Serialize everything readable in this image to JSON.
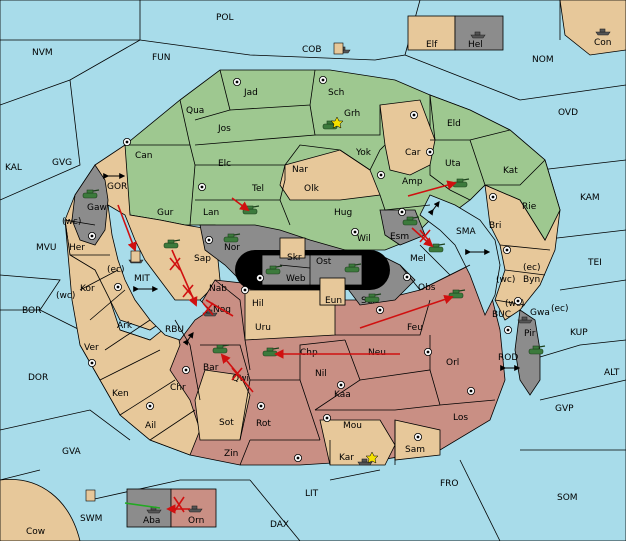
{
  "colors": {
    "sea": "#a8dcea",
    "green": "#9ec890",
    "tan": "#e7c89a",
    "red": "#c98f84",
    "grey": "#8c8c8c",
    "orders": "#d01010",
    "support": "#22aa22"
  },
  "sea_labels": {
    "POL": "POL",
    "NVM": "NVM",
    "FUN": "FUN",
    "COB": "COB",
    "NOM": "NOM",
    "OVD": "OVD",
    "KAL": "KAL",
    "GVG": "GVG",
    "KAM": "KAM",
    "MVU": "MVU",
    "SMA": "SMA",
    "TEI": "TEI",
    "BOR": "BOR",
    "MIT": "MIT",
    "KUP": "KUP",
    "BUC": "BUC",
    "DOR": "DOR",
    "RBU": "RBU",
    "ROD": "ROD",
    "ALT": "ALT",
    "GVP": "GVP",
    "GVA": "GVA",
    "FRO": "FRO",
    "SOM": "SOM",
    "LIT": "LIT",
    "DAX": "DAX",
    "SWM": "SWM",
    "GOR": "GOR"
  },
  "land_labels": {
    "Elf": "Elf",
    "Hel": "Hel",
    "Con": "Con",
    "Cow": "Cow",
    "Jad": "Jad",
    "Sch": "Sch",
    "Qua": "Qua",
    "Grh": "Grh",
    "Jos": "Jos",
    "Eld": "Eld",
    "Can": "Can",
    "Yok": "Yok",
    "Car": "Car",
    "Elc": "Elc",
    "Nar": "Nar",
    "Uta": "Uta",
    "Kat": "Kat",
    "Tel": "Tel",
    "Amp": "Amp",
    "Gaw": "Gaw",
    "Olk": "Olk",
    "Rie": "Rie",
    "Gur": "Gur",
    "Lan": "Lan",
    "Hug": "Hug",
    "Bri": "Bri",
    "Wil": "Wil",
    "Esm": "Esm",
    "Her": "Her",
    "Nor": "Nor",
    "Skr": "Skr",
    "Ost": "Ost",
    "Mel": "Mel",
    "Sap": "Sap",
    "Web": "Web",
    "Byn": "Byn",
    "Kor": "Kor",
    "Obs": "Obs",
    "Nab": "Nab",
    "Eun": "Eun",
    "Sun": "Sun",
    "Gwa": "Gwa",
    "Hil": "Hil",
    "Nog": "Nog",
    "Ark": "Ark",
    "Feu": "Feu",
    "Pir": "Pir",
    "Uru": "Uru",
    "Ver": "Ver",
    "Chp": "Chp",
    "Neu": "Neu",
    "Bar": "Bar",
    "Orl": "Orl",
    "Qwi": "Qwi",
    "Nil": "Nil",
    "Chr": "Chr",
    "Ken": "Ken",
    "Kaa": "Kaa",
    "Los": "Los",
    "Sot": "Sot",
    "Rot": "Rot",
    "Ail": "Ail",
    "Mou": "Mou",
    "Sam": "Sam",
    "Zin": "Zin",
    "Kar": "Kar",
    "Aba": "Aba",
    "Orn": "Orn"
  },
  "coast_labels": {
    "wc1": "(wc)",
    "ec1": "(ec)",
    "wc2": "(wc)",
    "wc3": "(wc)",
    "ec2": "(ec)",
    "ec3": "(ec)"
  },
  "icons": {
    "army": "tank-icon",
    "fleet": "ship-icon",
    "supply": "supply-center-icon",
    "star": "star-icon",
    "convoy": "double-arrow-icon"
  }
}
